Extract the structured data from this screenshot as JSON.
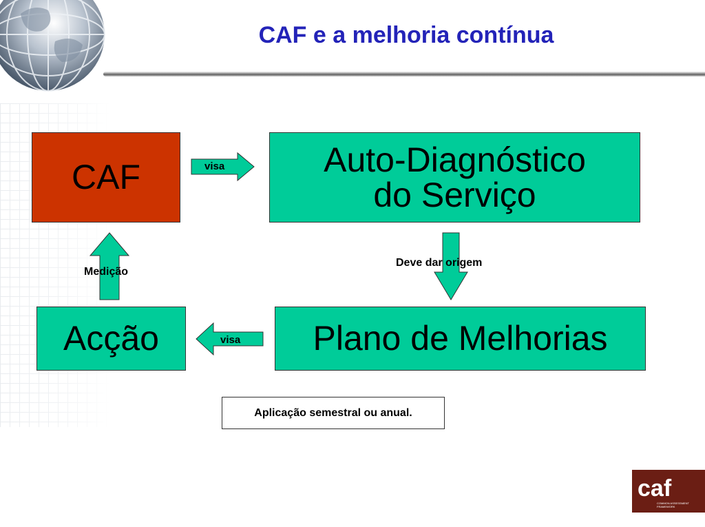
{
  "title": "CAF e a melhoria contínua",
  "nodes": {
    "caf": "CAF",
    "auto_diagnostico_line1": "Auto-Diagnóstico",
    "auto_diagnostico_line2": "do Serviço",
    "plano": "Plano de Melhorias",
    "accao": "Acção"
  },
  "edges": {
    "caf_to_auto": "visa",
    "auto_to_plano": "Deve dar origem",
    "plano_to_accao": "visa",
    "accao_to_caf": "Medição"
  },
  "note": "Aplicação semestral ou anual.",
  "logo": {
    "text": "caf",
    "subtext_line1": "COMMON ASSESSMENT",
    "subtext_line2": "FRAMEWORK"
  },
  "colors": {
    "green": "#00cc99",
    "red": "#cc3300",
    "title": "#2323b8",
    "logo_bg": "#6b1e14"
  },
  "icons": [
    "globe-icon",
    "arrow-right-icon",
    "arrow-down-icon",
    "arrow-left-icon",
    "arrow-up-icon"
  ]
}
